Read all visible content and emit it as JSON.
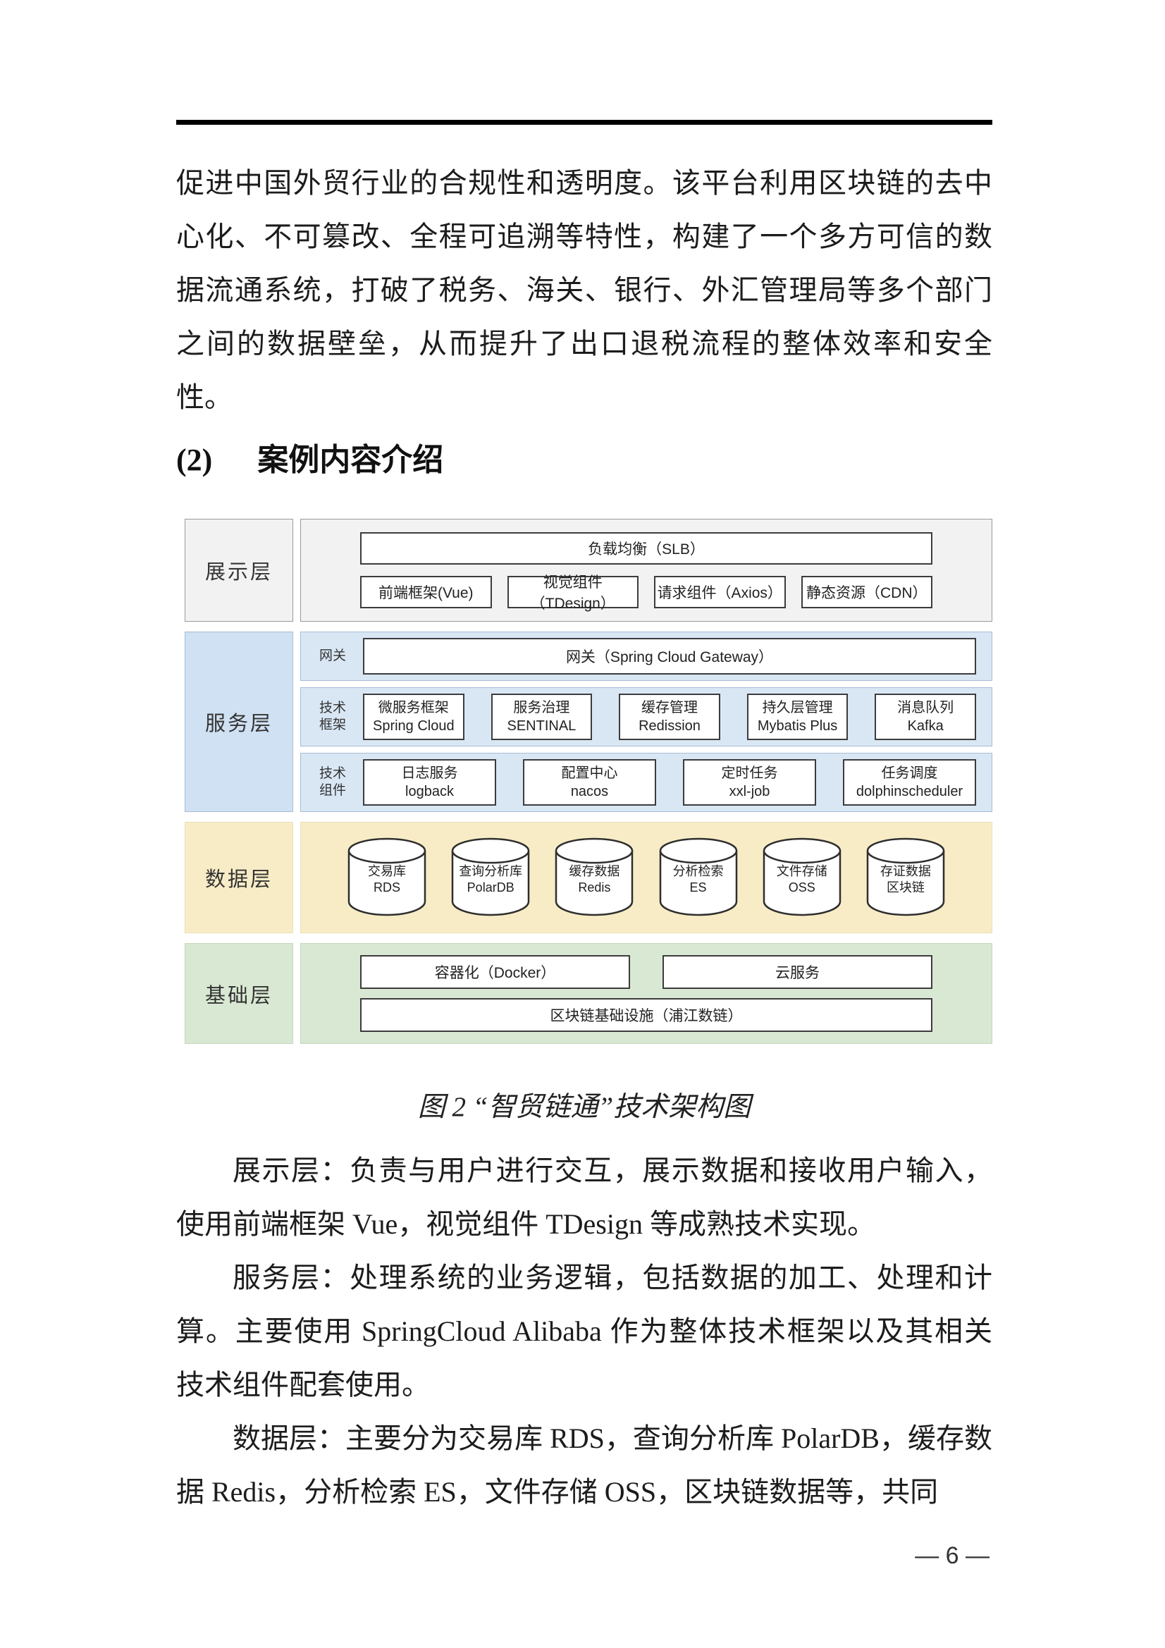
{
  "page": {
    "number": "— 6 —"
  },
  "heading": {
    "number": "(2)",
    "title": "案例内容介绍"
  },
  "figure": {
    "caption": "图 2 “智贸链通”技术架构图"
  },
  "paragraphs": {
    "intro": "促进中国外贸行业的合规性和透明度。该平台利用区块链的去中心化、不可篡改、全程可追溯等特性，构建了一个多方可信的数据流通系统，打破了税务、海关、银行、外汇管理局等多个部门之间的数据壁垒，从而提升了出口退税流程的整体效率和安全性。",
    "presentation": "展示层：负责与用户进行交互，展示数据和接收用户输入，使用前端框架 Vue，视觉组件 TDesign 等成熟技术实现。",
    "service": "服务层：处理系统的业务逻辑，包括数据的加工、处理和计算。主要使用 SpringCloud Alibaba 作为整体技术框架以及其相关技术组件配套使用。",
    "data": "数据层：主要分为交易库 RDS，查询分析库 PolarDB，缓存数据 Redis，分析检索 ES，文件存储 OSS，区块链数据等，共同"
  },
  "diagram": {
    "colors": {
      "presentation": "#f2f2f2",
      "service_label": "#cfe1f3",
      "service_panel": "#d9e7f5",
      "data": "#f8ecc6",
      "infrastructure": "#d9e8d3"
    },
    "presentation": {
      "label": "展示层",
      "slb": "负载均衡（SLB）",
      "boxes": [
        "前端框架(Vue)",
        "视觉组件（TDesign）",
        "请求组件（Axios）",
        "静态资源（CDN）"
      ]
    },
    "service": {
      "label": "服务层",
      "gateway_label": "网关",
      "gateway_box": "网关（Spring Cloud Gateway）",
      "framework": {
        "label_lines": [
          "技术",
          "框架"
        ],
        "items": [
          {
            "title": "微服务框架",
            "sub": "Spring Cloud"
          },
          {
            "title": "服务治理",
            "sub": "SENTINAL"
          },
          {
            "title": "缓存管理",
            "sub": "Redission"
          },
          {
            "title": "持久层管理",
            "sub": "Mybatis Plus"
          },
          {
            "title": "消息队列",
            "sub": "Kafka"
          }
        ]
      },
      "components": {
        "label_lines": [
          "技术",
          "组件"
        ],
        "items": [
          {
            "title": "日志服务",
            "sub": "logback"
          },
          {
            "title": "配置中心",
            "sub": "nacos"
          },
          {
            "title": "定时任务",
            "sub": "xxl-job"
          },
          {
            "title": "任务调度",
            "sub": "dolphinscheduler"
          }
        ]
      }
    },
    "data": {
      "label": "数据层",
      "cylinders": [
        {
          "line1": "交易库",
          "line2": "RDS"
        },
        {
          "line1": "查询分析库",
          "line2": "PolarDB"
        },
        {
          "line1": "缓存数据",
          "line2": "Redis"
        },
        {
          "line1": "分析检索",
          "line2": "ES"
        },
        {
          "line1": "文件存储",
          "line2": "OSS"
        },
        {
          "line1": "存证数据",
          "line2": "区块链"
        }
      ]
    },
    "infrastructure": {
      "label": "基础层",
      "row1": [
        "容器化（Docker）",
        "云服务"
      ],
      "row2": "区块链基础设施（浦江数链）"
    }
  }
}
